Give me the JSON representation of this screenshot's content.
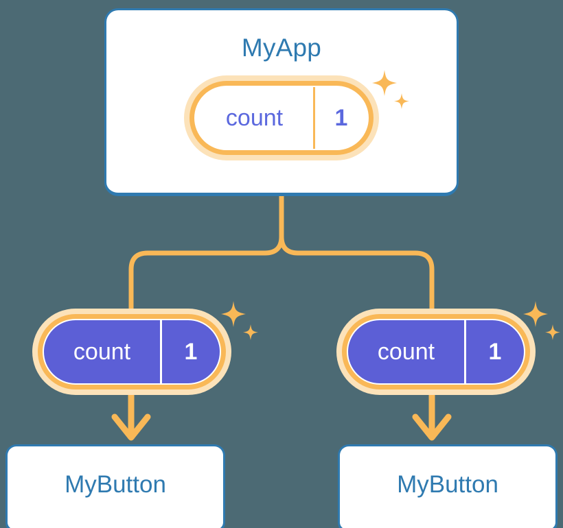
{
  "page": {
    "background_color": "#4c6a74",
    "title": "State propagation diagram"
  },
  "colors": {
    "card_border": "#2f7ab0",
    "card_text": "#2f7ab0",
    "card_background": "#ffffff",
    "pill_ring": "#f9b857",
    "pill_halo": "#fce2b9",
    "pill_fill_active": "#5c5fd6",
    "pill_text_root": "#5b68de",
    "pill_text_leaf": "#ffffff",
    "connector": "#f9b857",
    "sparkle": "#f9b857"
  },
  "root_card": {
    "title": "MyApp",
    "state_pill": {
      "key": "count",
      "value": "1",
      "sparkle_icon": "sparkle-icon"
    }
  },
  "children": [
    {
      "state_pill": {
        "key": "count",
        "value": "1",
        "sparkle_icon": "sparkle-icon"
      },
      "arrow_icon": "arrow-down-icon",
      "card_label": "MyButton"
    },
    {
      "state_pill": {
        "key": "count",
        "value": "1",
        "sparkle_icon": "sparkle-icon"
      },
      "arrow_icon": "arrow-down-icon",
      "card_label": "MyButton"
    }
  ],
  "connectors": {
    "fork_icon": "fork-connector-icon",
    "stroke_width": 7
  }
}
